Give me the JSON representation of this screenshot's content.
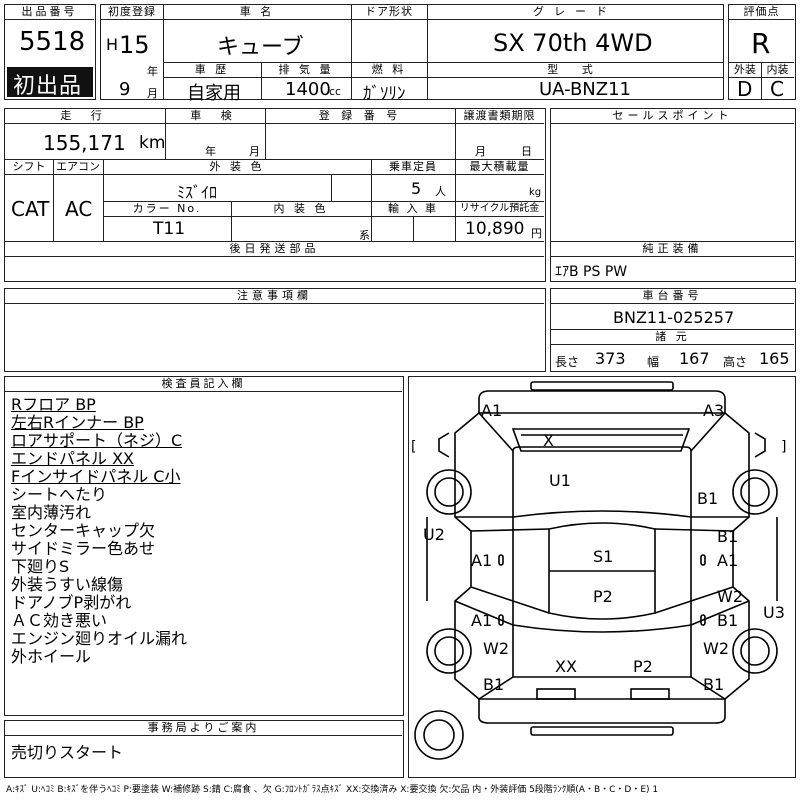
{
  "header": {
    "lot_label": "出品番号",
    "lot_number": "5518",
    "first_listing": "初出品",
    "first_reg_label": "初度登録",
    "era_prefix": "H",
    "year": "15",
    "year_unit": "年",
    "month": "9",
    "month_unit": "月",
    "car_name_label": "車 名",
    "car_name": "キューブ",
    "door_label": "ドア形状",
    "grade_label": "グレード",
    "grade": "SX 70th 4WD",
    "score_label": "評価点",
    "score": "R",
    "history_label": "車 歴",
    "history": "自家用",
    "displacement_label": "排 気 量",
    "displacement": "1400",
    "displacement_unit": "cc",
    "fuel_label": "燃 料",
    "fuel": "ｶﾞｿﾘﾝ",
    "model_label": "型 式",
    "model": "UA-BNZ11",
    "exterior_grade_label": "外装",
    "interior_grade_label": "内装",
    "exterior_grade": "D",
    "interior_grade": "C"
  },
  "specs": {
    "mileage_label": "走 行",
    "mileage": "155,171",
    "mileage_unit": "km",
    "inspection_label": "車 検",
    "year_unit": "年",
    "month_unit": "月",
    "registration_label": "登 録 番 号",
    "transfer_label": "譲渡書類期限",
    "month_unit2": "月",
    "day_unit": "日",
    "shift_label": "シフト",
    "aircon_label": "エアコン",
    "shift": "CAT",
    "aircon": "AC",
    "exterior_color_label": "外 装 色",
    "exterior_color": "ﾐｽﾞｲﾛ",
    "capacity_label": "乗車定員",
    "capacity": "5",
    "capacity_unit": "人",
    "max_load_label": "最大積載量",
    "max_load_unit": "kg",
    "color_no_label": "カラー No.",
    "color_no": "T11",
    "interior_color_label": "内 装 色",
    "interior_unit": "系",
    "import_label": "輸 入 車",
    "recycle_label": "リサイクル預託金",
    "recycle_fee": "10,890",
    "recycle_unit": "円",
    "sales_point_label": "セールスポイント",
    "later_parts_label": "後日発送部品",
    "genuine_label": "純正装備",
    "genuine": "ｴｱB PS PW",
    "caution_label": "注意事項欄",
    "chassis_label": "車台番号",
    "chassis": "BNZ11-025257",
    "dims_label": "諸 元",
    "length_label": "長さ",
    "length": "373",
    "width_label": "幅",
    "width": "167",
    "height_label": "高さ",
    "height": "165"
  },
  "inspector": {
    "label": "検査員記入欄",
    "notes": [
      "Rフロア BP",
      "左右Rインナー BP",
      "ロアサポート（ネジ）C",
      "エンドパネル XX",
      "Fインサイドパネル C小",
      "シートへたり",
      "室内薄汚れ",
      "センターキャップ欠",
      "サイドミラー色あせ",
      "下廻りS",
      "外装うすい線傷",
      "ドアノブP剥がれ",
      "ＡＣ効き悪い",
      "エンジン廻りオイル漏れ",
      "外ホイール"
    ]
  },
  "office": {
    "label": "事務局よりご案内",
    "text": "売切りスタート"
  },
  "diagram": {
    "marks": [
      "A1",
      "A3",
      "X",
      "U1",
      "B1",
      "U2",
      "A1",
      "A1",
      "S1",
      "B1",
      "A1",
      "P2",
      "W2",
      "U3",
      "A1",
      "B1",
      "W2",
      "W2",
      "XX",
      "P2",
      "B1",
      "B1"
    ],
    "bracket_open": "[",
    "bracket_close": "]"
  },
  "legend": "A:ｷｽﾞ U:ﾍｺﾐ B:ｷｽﾞを伴うﾍｺﾐ P:要塗装 W:補修跡 S:錆 C:腐食 、欠 G:ﾌﾛﾝﾄｶﾞﾗｽ点ｷｽﾞ XX:交換済み X:要交換 欠:欠品 内・外装評価 5段階ﾗﾝｸ順(A・B・C・D・E) 1"
}
